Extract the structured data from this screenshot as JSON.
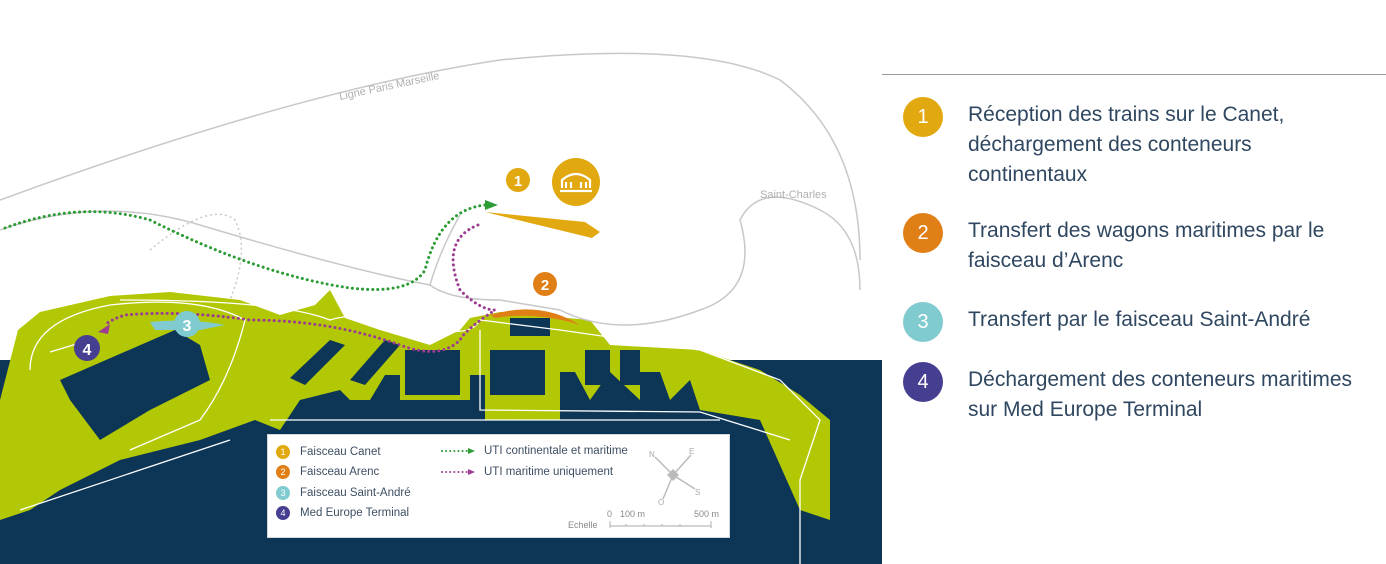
{
  "map": {
    "line_label": "Ligne Paris Marseille",
    "station_label": "Saint-Charles",
    "markers": [
      "1",
      "2",
      "3",
      "4"
    ],
    "icons": [
      "warehouse-icon"
    ]
  },
  "colors": {
    "land": "#b3c805",
    "water": "#0c3556",
    "canet": "#e1a80f",
    "arenc": "#e07f16",
    "saint_andre": "#80cbcf",
    "med_europe": "#463e91",
    "route_continental": "#2c9c35",
    "route_maritime": "#9c3d91"
  },
  "steps": [
    {
      "num": "1",
      "text": "Réception des trains sur le Canet, déchargement des conteneurs continentaux"
    },
    {
      "num": "2",
      "text": "Transfert des wagons maritimes par le faisceau d’Arenc"
    },
    {
      "num": "3",
      "text": "Transfert par le faisceau Saint-André"
    },
    {
      "num": "4",
      "text": "Déchargement des conteneurs maritimes sur Med Europe Terminal"
    }
  ],
  "legend": {
    "places": [
      {
        "num": "1",
        "label": "Faisceau Canet"
      },
      {
        "num": "2",
        "label": "Faisceau Arenc"
      },
      {
        "num": "3",
        "label": "Faisceau Saint-André"
      },
      {
        "num": "4",
        "label": "Med Europe Terminal"
      }
    ],
    "routes": [
      {
        "label": "UTI continentale et maritime"
      },
      {
        "label": "UTI maritime uniquement"
      }
    ],
    "compass": {
      "n": "N",
      "e": "E",
      "s": "S",
      "o": "O"
    },
    "scale": {
      "label": "Echelle",
      "ticks": [
        "0",
        "100 m",
        "500 m"
      ]
    }
  }
}
